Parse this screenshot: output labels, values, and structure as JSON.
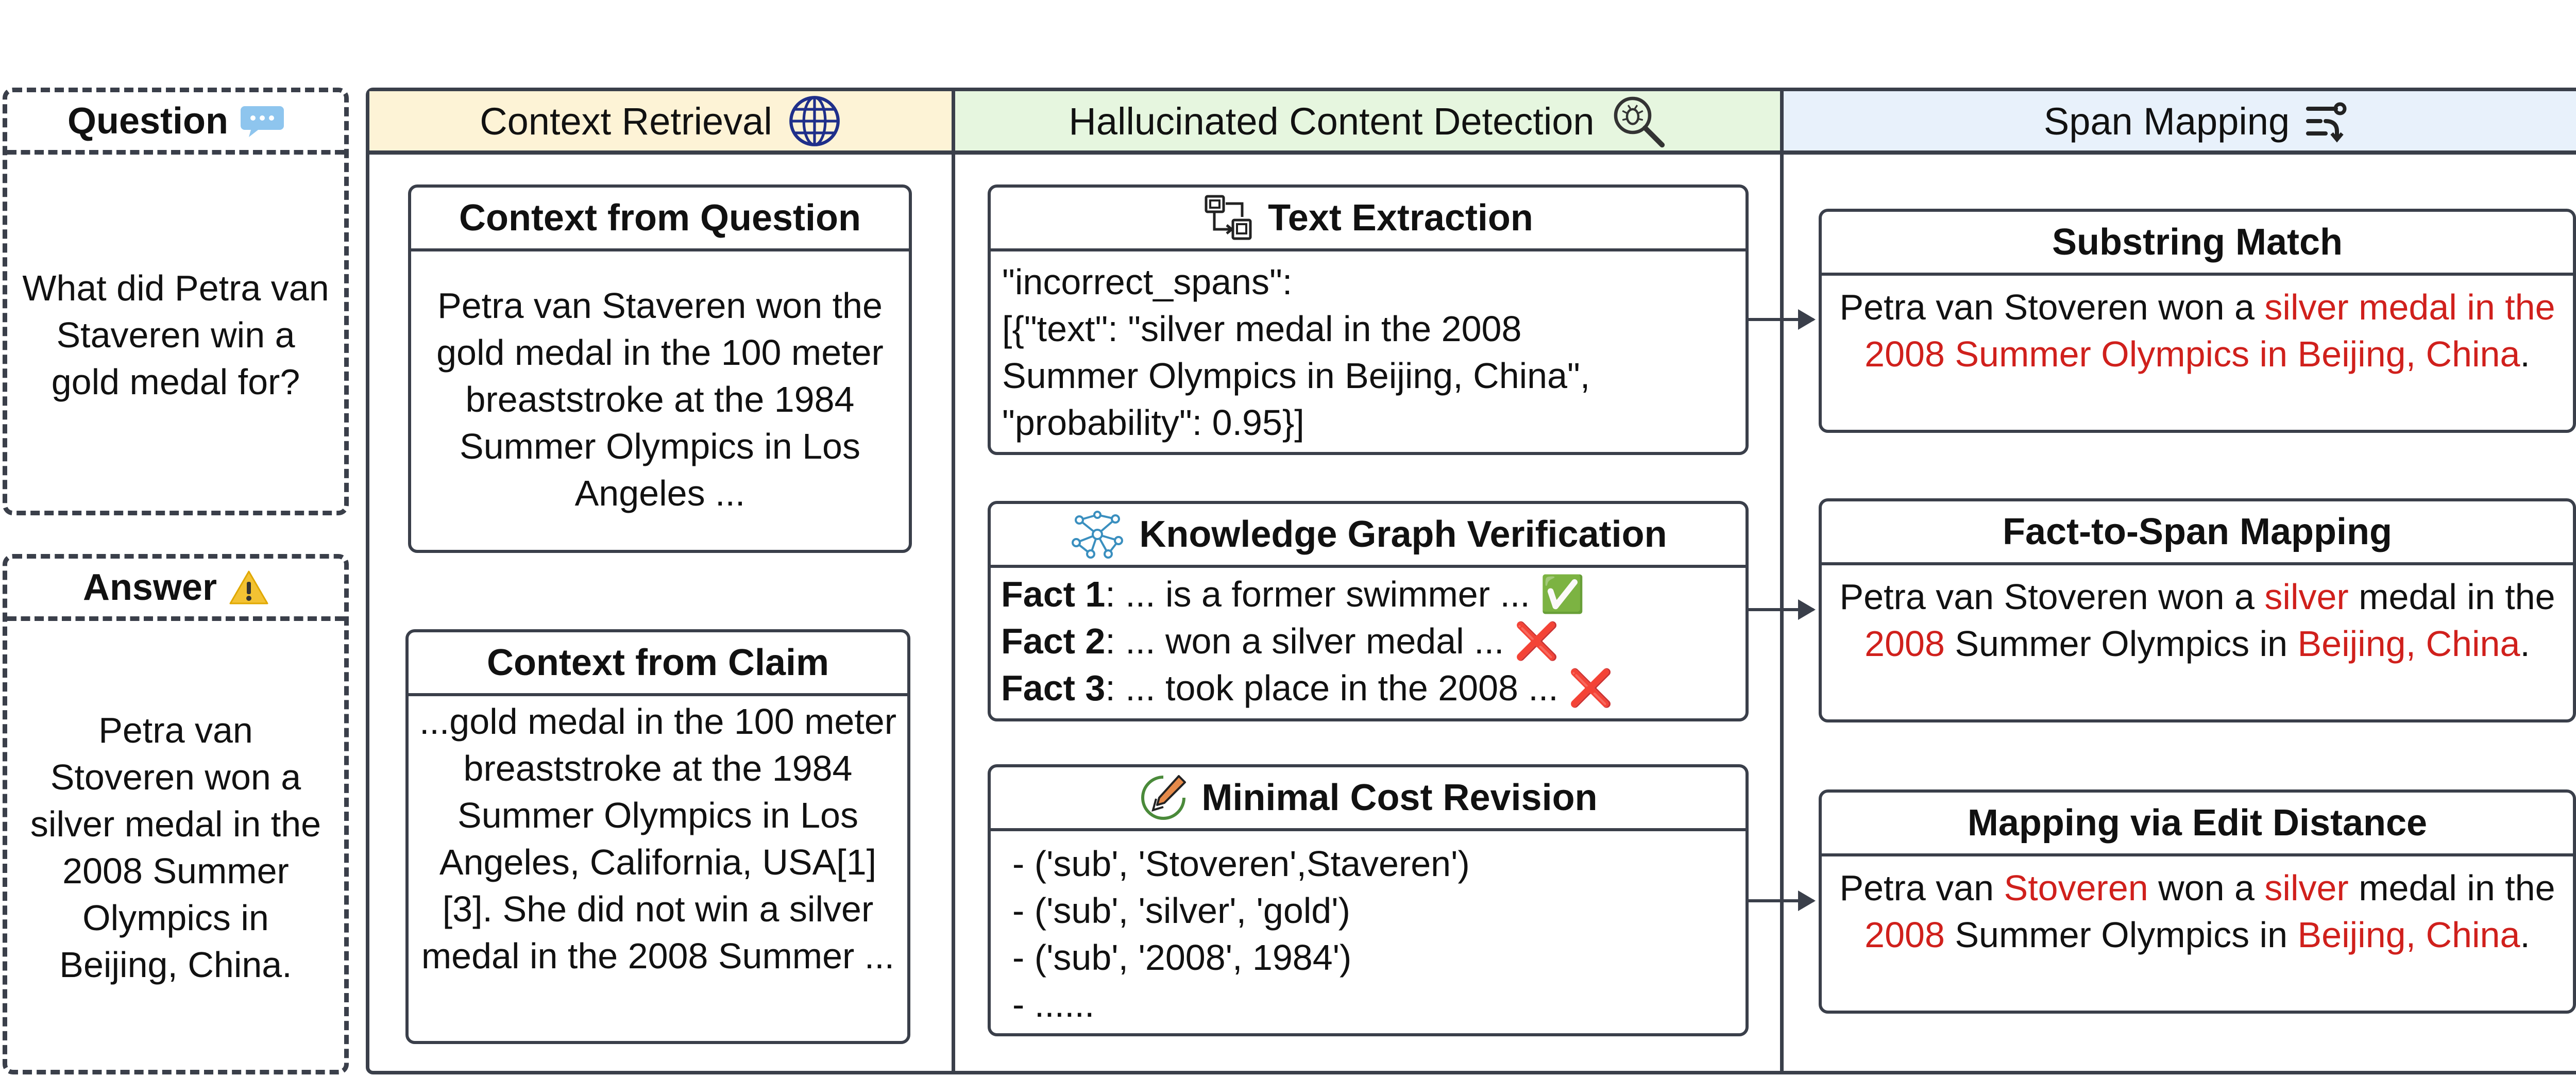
{
  "question": {
    "title": "Question",
    "text": "What did Petra van Staveren win a gold medal for?"
  },
  "answer": {
    "title": "Answer",
    "text": "Petra van Stoveren won a silver medal in the 2008 Summer Olympics in Beijing, China."
  },
  "stages": {
    "retrieval": {
      "title": "Context Retrieval",
      "color": "#fdf3d6"
    },
    "detection": {
      "title": "Hallucinated Content Detection",
      "color": "#e6f6df"
    },
    "mapping": {
      "title": "Span Mapping",
      "color": "#e8f1fb"
    }
  },
  "retrieval": {
    "question_ctx": {
      "title": "Context from Question",
      "text": "Petra van Staveren won the gold medal in the 100 meter breaststroke at the 1984 Summer Olympics in Los Angeles ..."
    },
    "claim_ctx": {
      "title": "Context from Claim",
      "text": "...gold medal in the 100 meter breaststroke at the 1984 Summer Olympics in Los Angeles, California, USA[1][3]. She did not win a silver medal in the 2008 Summer ..."
    }
  },
  "detection": {
    "text_extraction": {
      "title": "Text Extraction",
      "lines": [
        "\"incorrect_spans\":",
        "[{\"text\": \"silver medal in the 2008",
        "Summer Olympics in Beijing, China\",",
        "\"probability\": 0.95}]"
      ]
    },
    "kg_verification": {
      "title": "Knowledge Graph Verification",
      "facts": [
        {
          "label": "Fact 1",
          "text": ": ... is a former swimmer ... ",
          "mark": "✅"
        },
        {
          "label": "Fact 2",
          "text": ": ... won a silver medal ... ",
          "mark": "❌"
        },
        {
          "label": "Fact 3",
          "text": ": ... took place in the 2008 ... ",
          "mark": "❌"
        }
      ]
    },
    "min_cost": {
      "title": "Minimal Cost Revision",
      "lines": [
        "- ('sub', 'Stoveren',Staveren')",
        "- ('sub', 'silver', 'gold')",
        "- ('sub', '2008', 1984')",
        "- ......"
      ]
    }
  },
  "mapping": {
    "substring": {
      "title": "Substring Match",
      "p1": "Petra van Stoveren won a ",
      "r1": "silver medal in the 2008 Summer Olympics in Beijing, China",
      "p2": "."
    },
    "fact_span": {
      "title": "Fact-to-Span Mapping",
      "p1": "Petra van Stoveren won a ",
      "r1": "silver",
      "p2": " medal in the ",
      "r2": "2008",
      "p3": " Summer Olympics in ",
      "r3": "Beijing, China",
      "p4": "."
    },
    "edit_distance": {
      "title": "Mapping via Edit Distance",
      "p1": "Petra van ",
      "r1": "Stoveren",
      "p2": " won a ",
      "r2": "silver",
      "p3": " medal in the ",
      "r3": "2008",
      "p4": " Summer Olympics in ",
      "r4": "Beijing, China",
      "p5": "."
    }
  }
}
